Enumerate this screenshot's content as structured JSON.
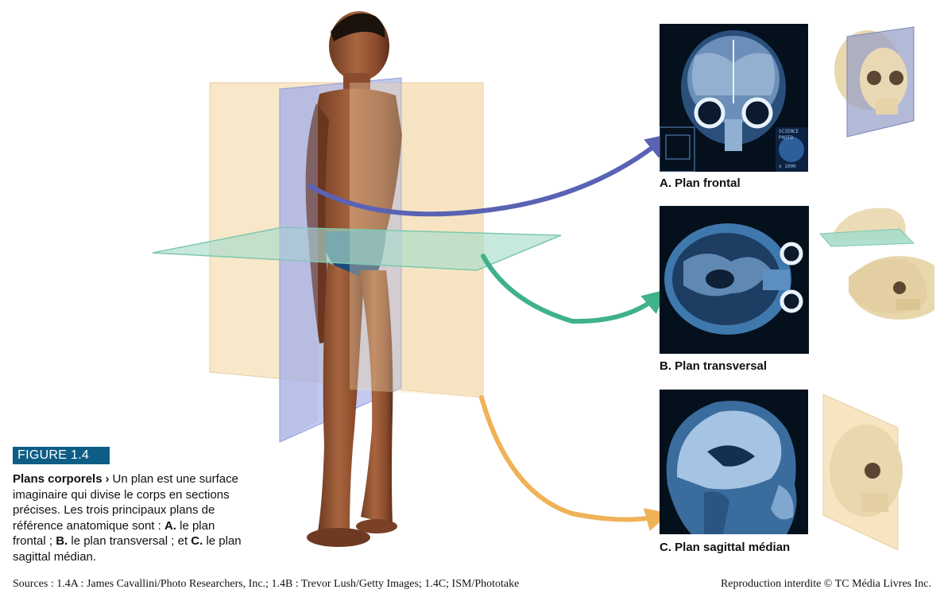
{
  "panels": [
    {
      "caption": "A. Plan frontal",
      "color": "#5a62b4"
    },
    {
      "caption": "B. Plan transversal",
      "color": "#3eb28a"
    },
    {
      "caption": "C. Plan sagittal médian",
      "color": "#f0b257"
    }
  ],
  "mri_overlay": {
    "line1": "SCIENCE",
    "line2": "PHOTO",
    "line3": "x 1000"
  },
  "figure": {
    "badge": "FIGURE 1.4",
    "title": "Plans corporels",
    "separator": "›",
    "text_1": "Un plan est une surface imaginaire qui divise le corps en sections précises. Les trois principaux plans de référence anatomique sont : ",
    "a_label": "A.",
    "a_text": " le plan frontal ; ",
    "b_label": "B.",
    "b_text": " le plan transversal ; et ",
    "c_label": "C.",
    "c_text": " le plan sagittal médian."
  },
  "footer": {
    "sources": "Sources : 1.4A : James Cavallini/Photo Researchers, Inc.; 1.4B : Trevor Lush/Getty Images; 1.4C; ISM/Phototake",
    "copyright": "Reproduction interdite © TC Média Livres Inc."
  }
}
